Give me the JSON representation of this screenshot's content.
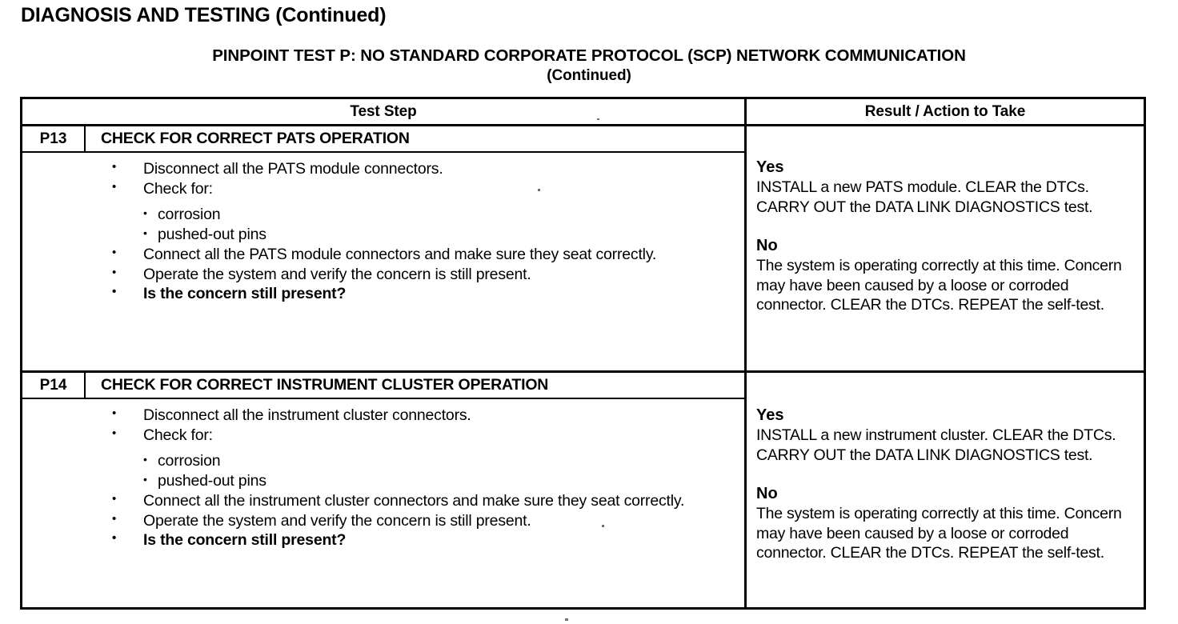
{
  "document": {
    "page_title": "DIAGNOSIS AND TESTING (Continued)",
    "pinpoint_title": "PINPOINT TEST P: NO STANDARD CORPORATE PROTOCOL (SCP) NETWORK COMMUNICATION",
    "pinpoint_subtitle": "(Continued)"
  },
  "table": {
    "headers": {
      "test_step": "Test Step",
      "result_action": "Result / Action to Take"
    },
    "steps": [
      {
        "id": "P13",
        "title": "CHECK FOR CORRECT PATS OPERATION",
        "bullets": [
          "Disconnect all the PATS module connectors.",
          "Check for:"
        ],
        "sub_bullets": [
          "corrosion",
          "pushed-out pins"
        ],
        "bullets_after": [
          "Connect all the PATS module connectors and make sure they seat correctly.",
          "Operate the system and verify the concern is still present."
        ],
        "question": "Is the concern still present?",
        "results": [
          {
            "label": "Yes",
            "text": "INSTALL a new PATS module. CLEAR the DTCs. CARRY OUT the  DATA LINK DIAGNOSTICS test."
          },
          {
            "label": "No",
            "text": "The system is operating correctly at this time. Concern may have been caused by a loose or corroded connector. CLEAR the DTCs. REPEAT the self-test."
          }
        ]
      },
      {
        "id": "P14",
        "title": "CHECK FOR CORRECT INSTRUMENT CLUSTER OPERATION",
        "bullets": [
          "Disconnect all the instrument cluster connectors.",
          "Check for:"
        ],
        "sub_bullets": [
          "corrosion",
          "pushed-out pins"
        ],
        "bullets_after": [
          "Connect all the instrument cluster connectors and make sure they seat correctly.",
          "Operate the system and verify the concern is still present."
        ],
        "question": "Is the concern still present?",
        "results": [
          {
            "label": "Yes",
            "text": "INSTALL a new instrument cluster. CLEAR the DTCs. CARRY OUT the DATA  LINK DIAGNOSTICS test."
          },
          {
            "label": "No",
            "text": "The system is operating correctly at this time. Concern may have been caused by a loose or corroded connector. CLEAR the DTCs. REPEAT the self-test."
          }
        ]
      }
    ]
  },
  "colors": {
    "ink": "#000000",
    "paper": "#ffffff"
  }
}
